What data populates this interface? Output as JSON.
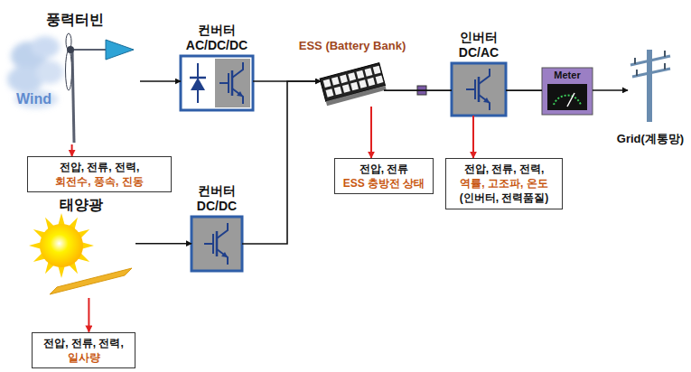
{
  "diagram": {
    "nodes": [
      {
        "text": [
          "풍력터빈",
          "Wind"
        ]
      },
      {
        "text": [
          "컨버터 AC/DC/DC"
        ]
      },
      {
        "text": [
          "ESS (Battery Bank)"
        ]
      },
      {
        "text": [
          "인버터 DC/AC"
        ]
      },
      {
        "text": [
          "Meter"
        ]
      },
      {
        "text": [
          "Grid(계통망)"
        ]
      },
      {
        "text": [
          "전압, 전류, 전력,",
          "회전수, 풍속, 진동"
        ]
      },
      {
        "text": [
          "전압, 전류",
          "ESS 충방전 상태"
        ]
      },
      {
        "text": [
          "전압, 전류, 전력,",
          "역률, 고조파, 온도",
          "(인버터, 전력품질)"
        ]
      },
      {
        "text": [
          "태양광"
        ]
      },
      {
        "text": [
          "컨버터 DC/DC"
        ]
      },
      {
        "text": [
          "전압, 전류, 전력,",
          "일사량"
        ]
      }
    ],
    "edges": [
      {
        "from": 0,
        "to": 1,
        "arrow": "to"
      },
      {
        "from": 1,
        "to": 2,
        "arrow": "to"
      },
      {
        "from": 10,
        "to": 2,
        "arrow": "to"
      },
      {
        "from": 2,
        "to": 3,
        "arrow": "none"
      },
      {
        "from": 3,
        "to": 4,
        "arrow": "none"
      },
      {
        "from": 4,
        "to": 5,
        "arrow": "to"
      },
      {
        "from": 0,
        "to": 6,
        "arrow": "to"
      },
      {
        "from": 2,
        "to": 7,
        "arrow": "to"
      },
      {
        "from": 3,
        "to": 8,
        "arrow": "to"
      },
      {
        "from": 9,
        "to": 11,
        "arrow": "to"
      },
      {
        "from": 9,
        "to": 10,
        "arrow": "to"
      }
    ]
  }
}
